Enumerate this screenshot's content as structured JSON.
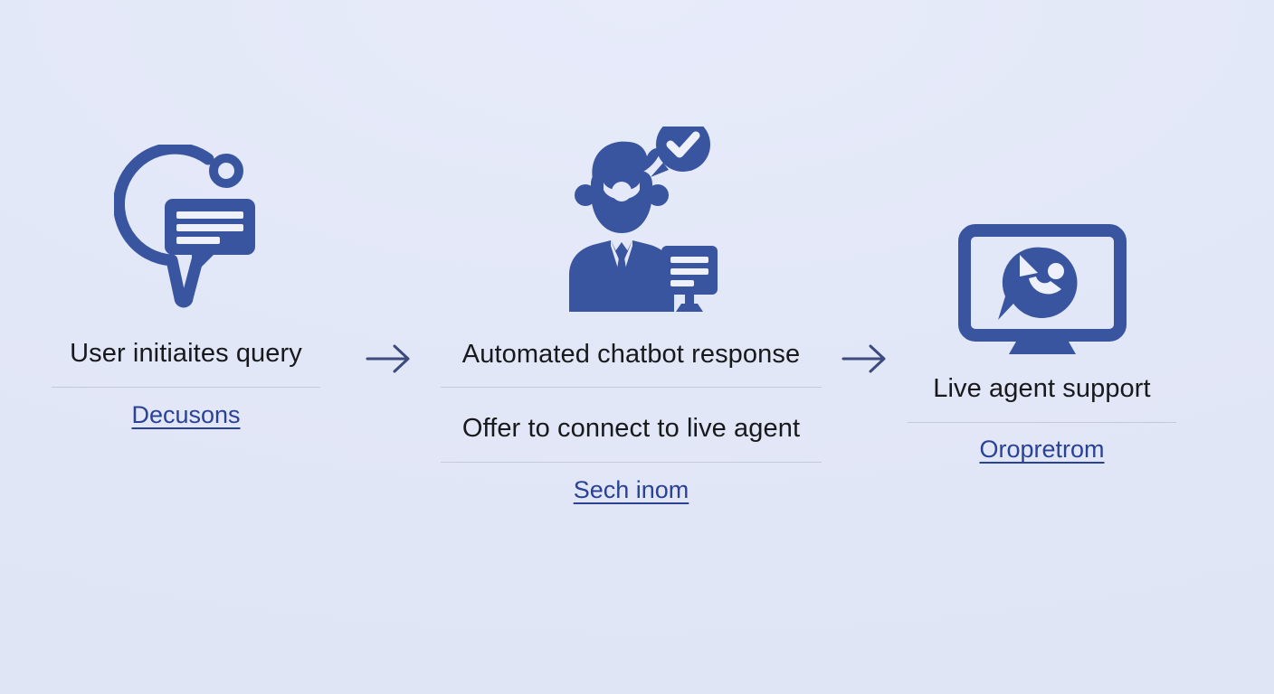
{
  "meta": {
    "title": "Customer support escalation flow",
    "background_color": "#e4e8f8",
    "icon_color": "#3a55a0",
    "link_color": "#2a4296",
    "label_color": "#18191c",
    "divider_color": "#c3cade",
    "arrow_color": "#3c4a7c"
  },
  "steps": [
    {
      "icon_name": "user-query-chat-icon",
      "label": "User initiaites query",
      "link": "Decusons"
    },
    {
      "icon_name": "chatbot-agent-icon",
      "label": "Automated chatbot response",
      "sublabel": "Offer to connect to live agent",
      "link": "Sech inom"
    },
    {
      "icon_name": "live-agent-monitor-icon",
      "label": "Live agent support",
      "link": "Oropretrom"
    }
  ],
  "arrows": [
    {
      "name": "flow-arrow-1",
      "glyph": "→"
    },
    {
      "name": "flow-arrow-2",
      "glyph": "→"
    }
  ]
}
